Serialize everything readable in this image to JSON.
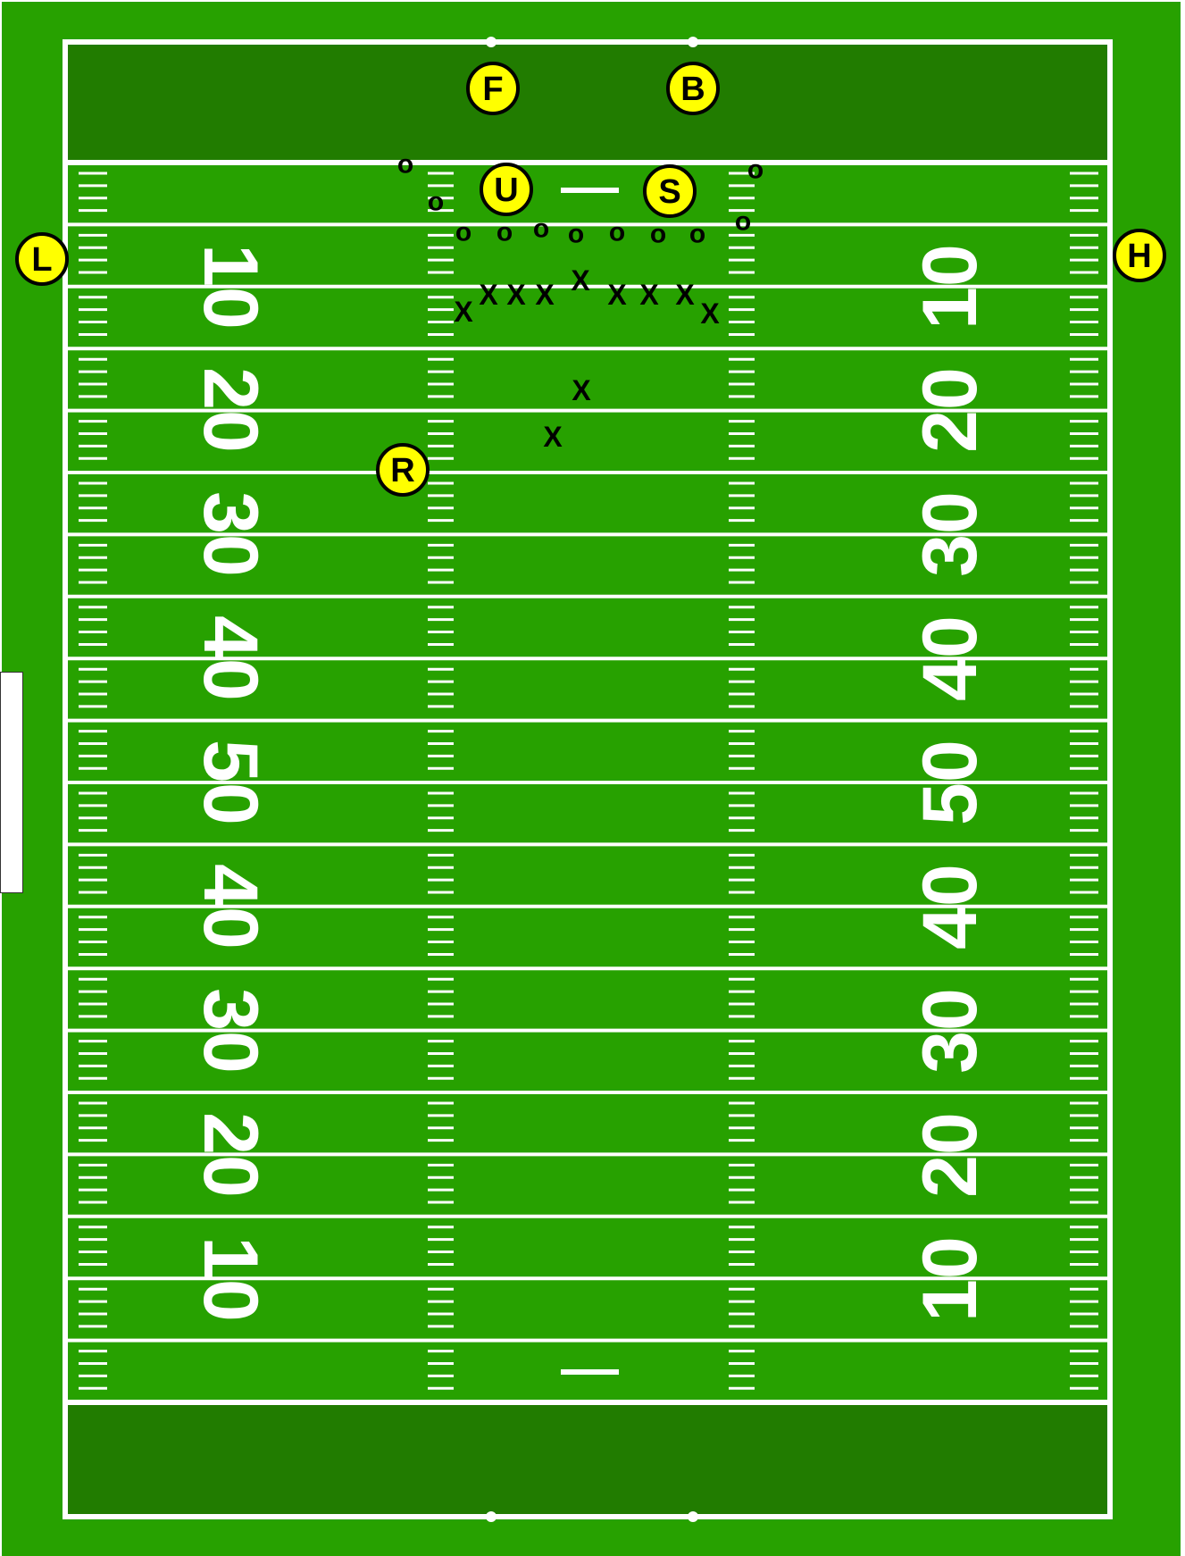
{
  "field": {
    "colors": {
      "turf": "#27a100",
      "endzone": "#217c00",
      "lines": "#ffffff",
      "official_fill": "#ffff00",
      "official_stroke": "#000000"
    },
    "yard_numbers_left": [
      "10",
      "20",
      "30",
      "40",
      "50",
      "40",
      "30",
      "20",
      "10"
    ],
    "yard_numbers_right": [
      "10",
      "20",
      "30",
      "40",
      "50",
      "40",
      "30",
      "20",
      "10"
    ]
  },
  "officials": [
    {
      "label": "F"
    },
    {
      "label": "B"
    },
    {
      "label": "U"
    },
    {
      "label": "S"
    },
    {
      "label": "L"
    },
    {
      "label": "H"
    },
    {
      "label": "R"
    }
  ],
  "players": {
    "o_marker": "o",
    "x_marker": "X",
    "o_count": 11,
    "x_count": 11
  },
  "side_tab": {
    "text": ""
  }
}
